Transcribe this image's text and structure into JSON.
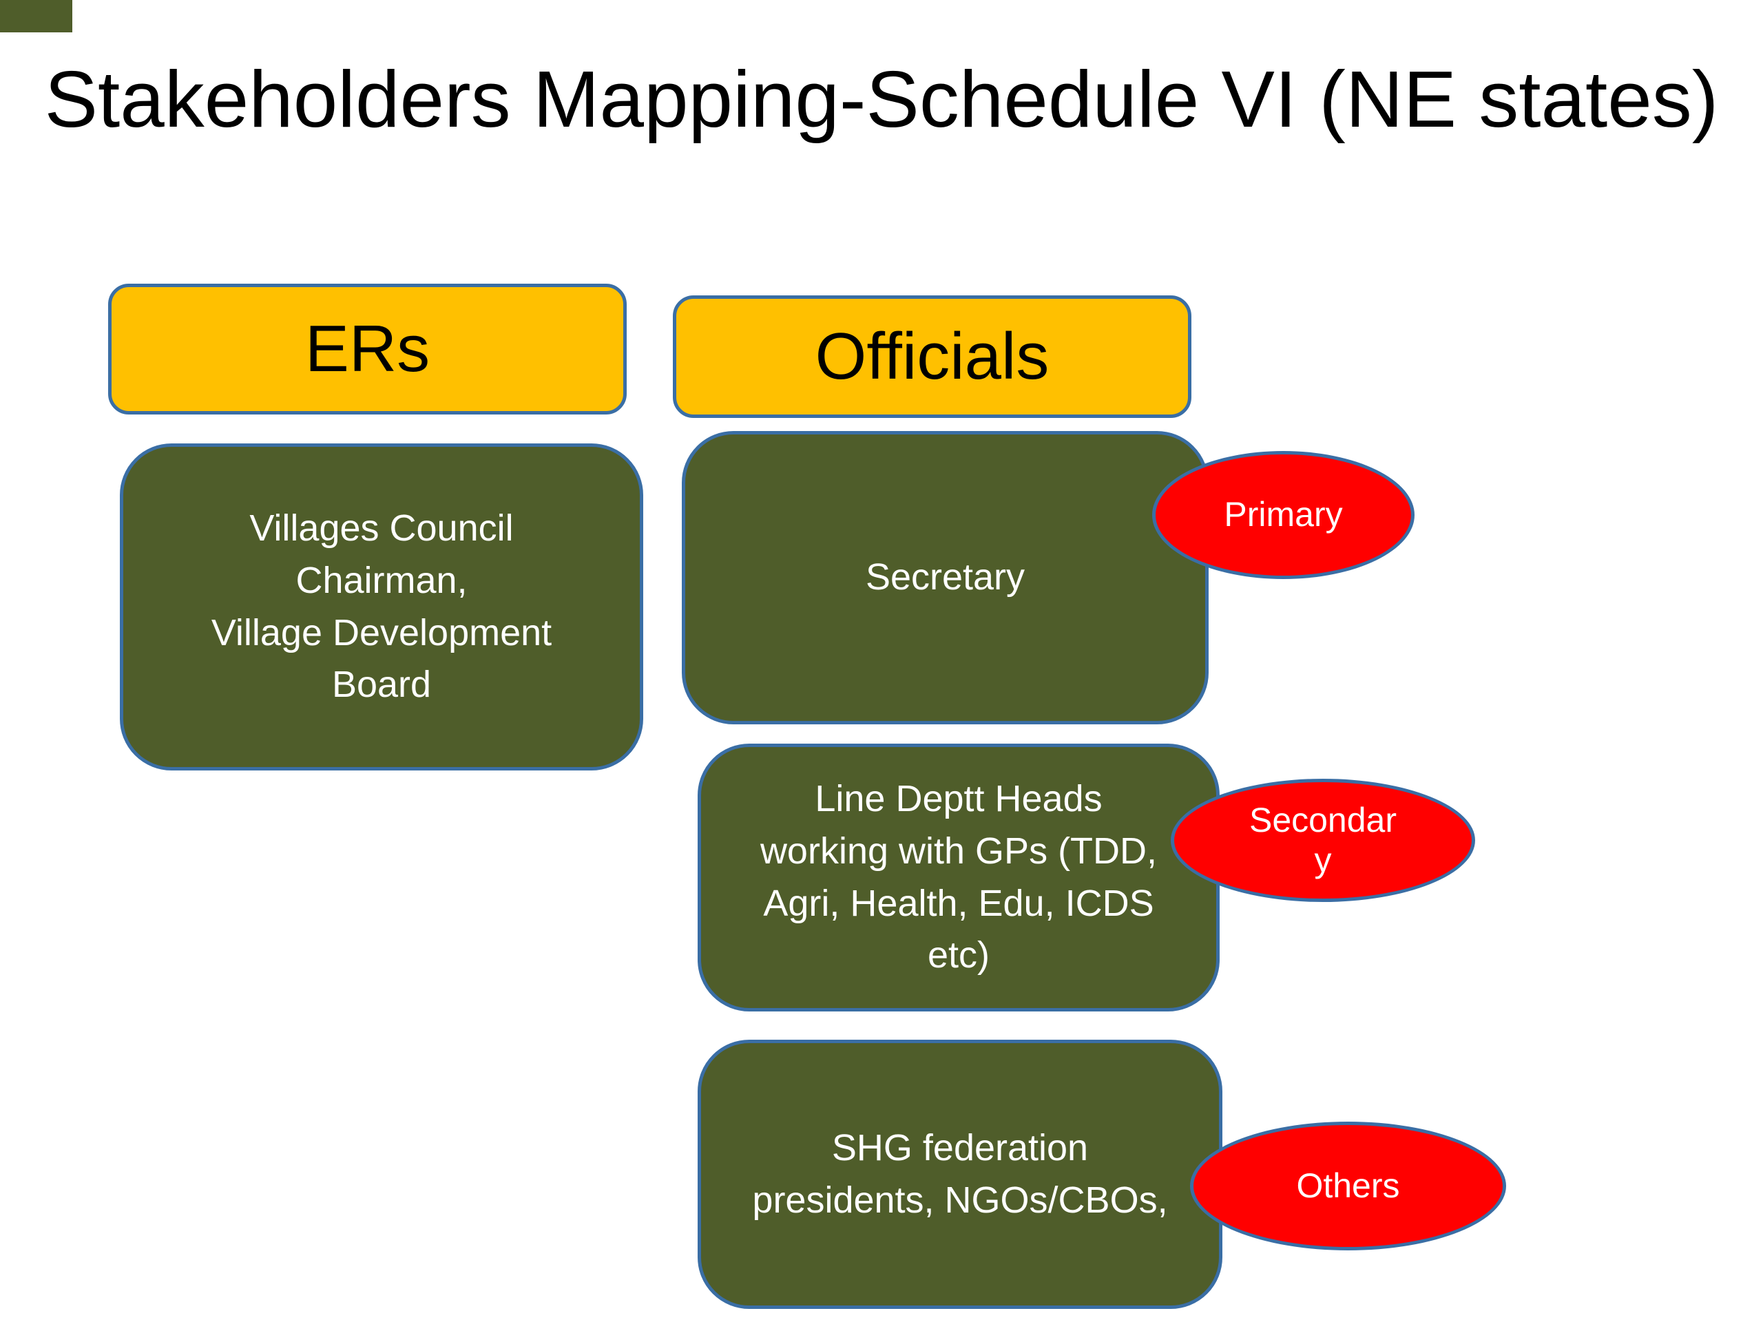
{
  "slide": {
    "title": "Stakeholders Mapping-Schedule VI (NE states)"
  },
  "columns": {
    "ers": {
      "header": "ERs",
      "items": [
        {
          "label": "Villages Council Chairman,\nVillage Development Board"
        }
      ]
    },
    "officials": {
      "header": "Officials",
      "items": [
        {
          "label": "Secretary",
          "badge": "Primary"
        },
        {
          "label": "Line Deptt Heads working with GPs (TDD, Agri, Health, Edu, ICDS etc)",
          "badge": "Secondary"
        },
        {
          "label": "SHG federation presidents, NGOs/CBOs,",
          "badge": "Others"
        }
      ]
    }
  },
  "colors": {
    "header_fill": "#FFC000",
    "box_fill": "#4F5D2A",
    "badge_fill": "#FF0000",
    "outline": "#3A6EA5",
    "title_text": "#000000",
    "header_text": "#000000",
    "box_text": "#FFFFFF",
    "badge_text": "#FFFFFF",
    "background": "#FFFFFF"
  }
}
